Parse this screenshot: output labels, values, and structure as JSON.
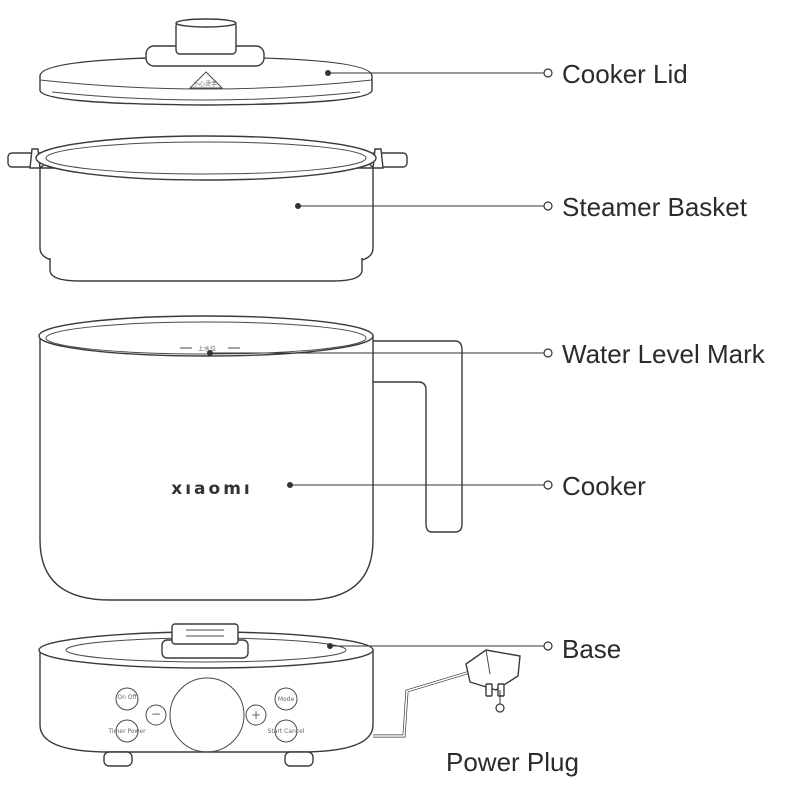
{
  "labels": {
    "cooker_lid": "Cooker Lid",
    "steamer_basket": "Steamer Basket",
    "water_level_mark": "Water Level Mark",
    "cooker": "Cooker",
    "base": "Base",
    "power_plug": "Power Plug"
  },
  "brand": "xıaomı",
  "water_mark_text": "上水位",
  "lid_badge_text": "小心烫手",
  "controls": {
    "on_off": "On Off",
    "timer_power": "Timer Power",
    "mode": "Mode",
    "start_cancel": "Start Cancel",
    "minus": "−",
    "plus": "+"
  }
}
